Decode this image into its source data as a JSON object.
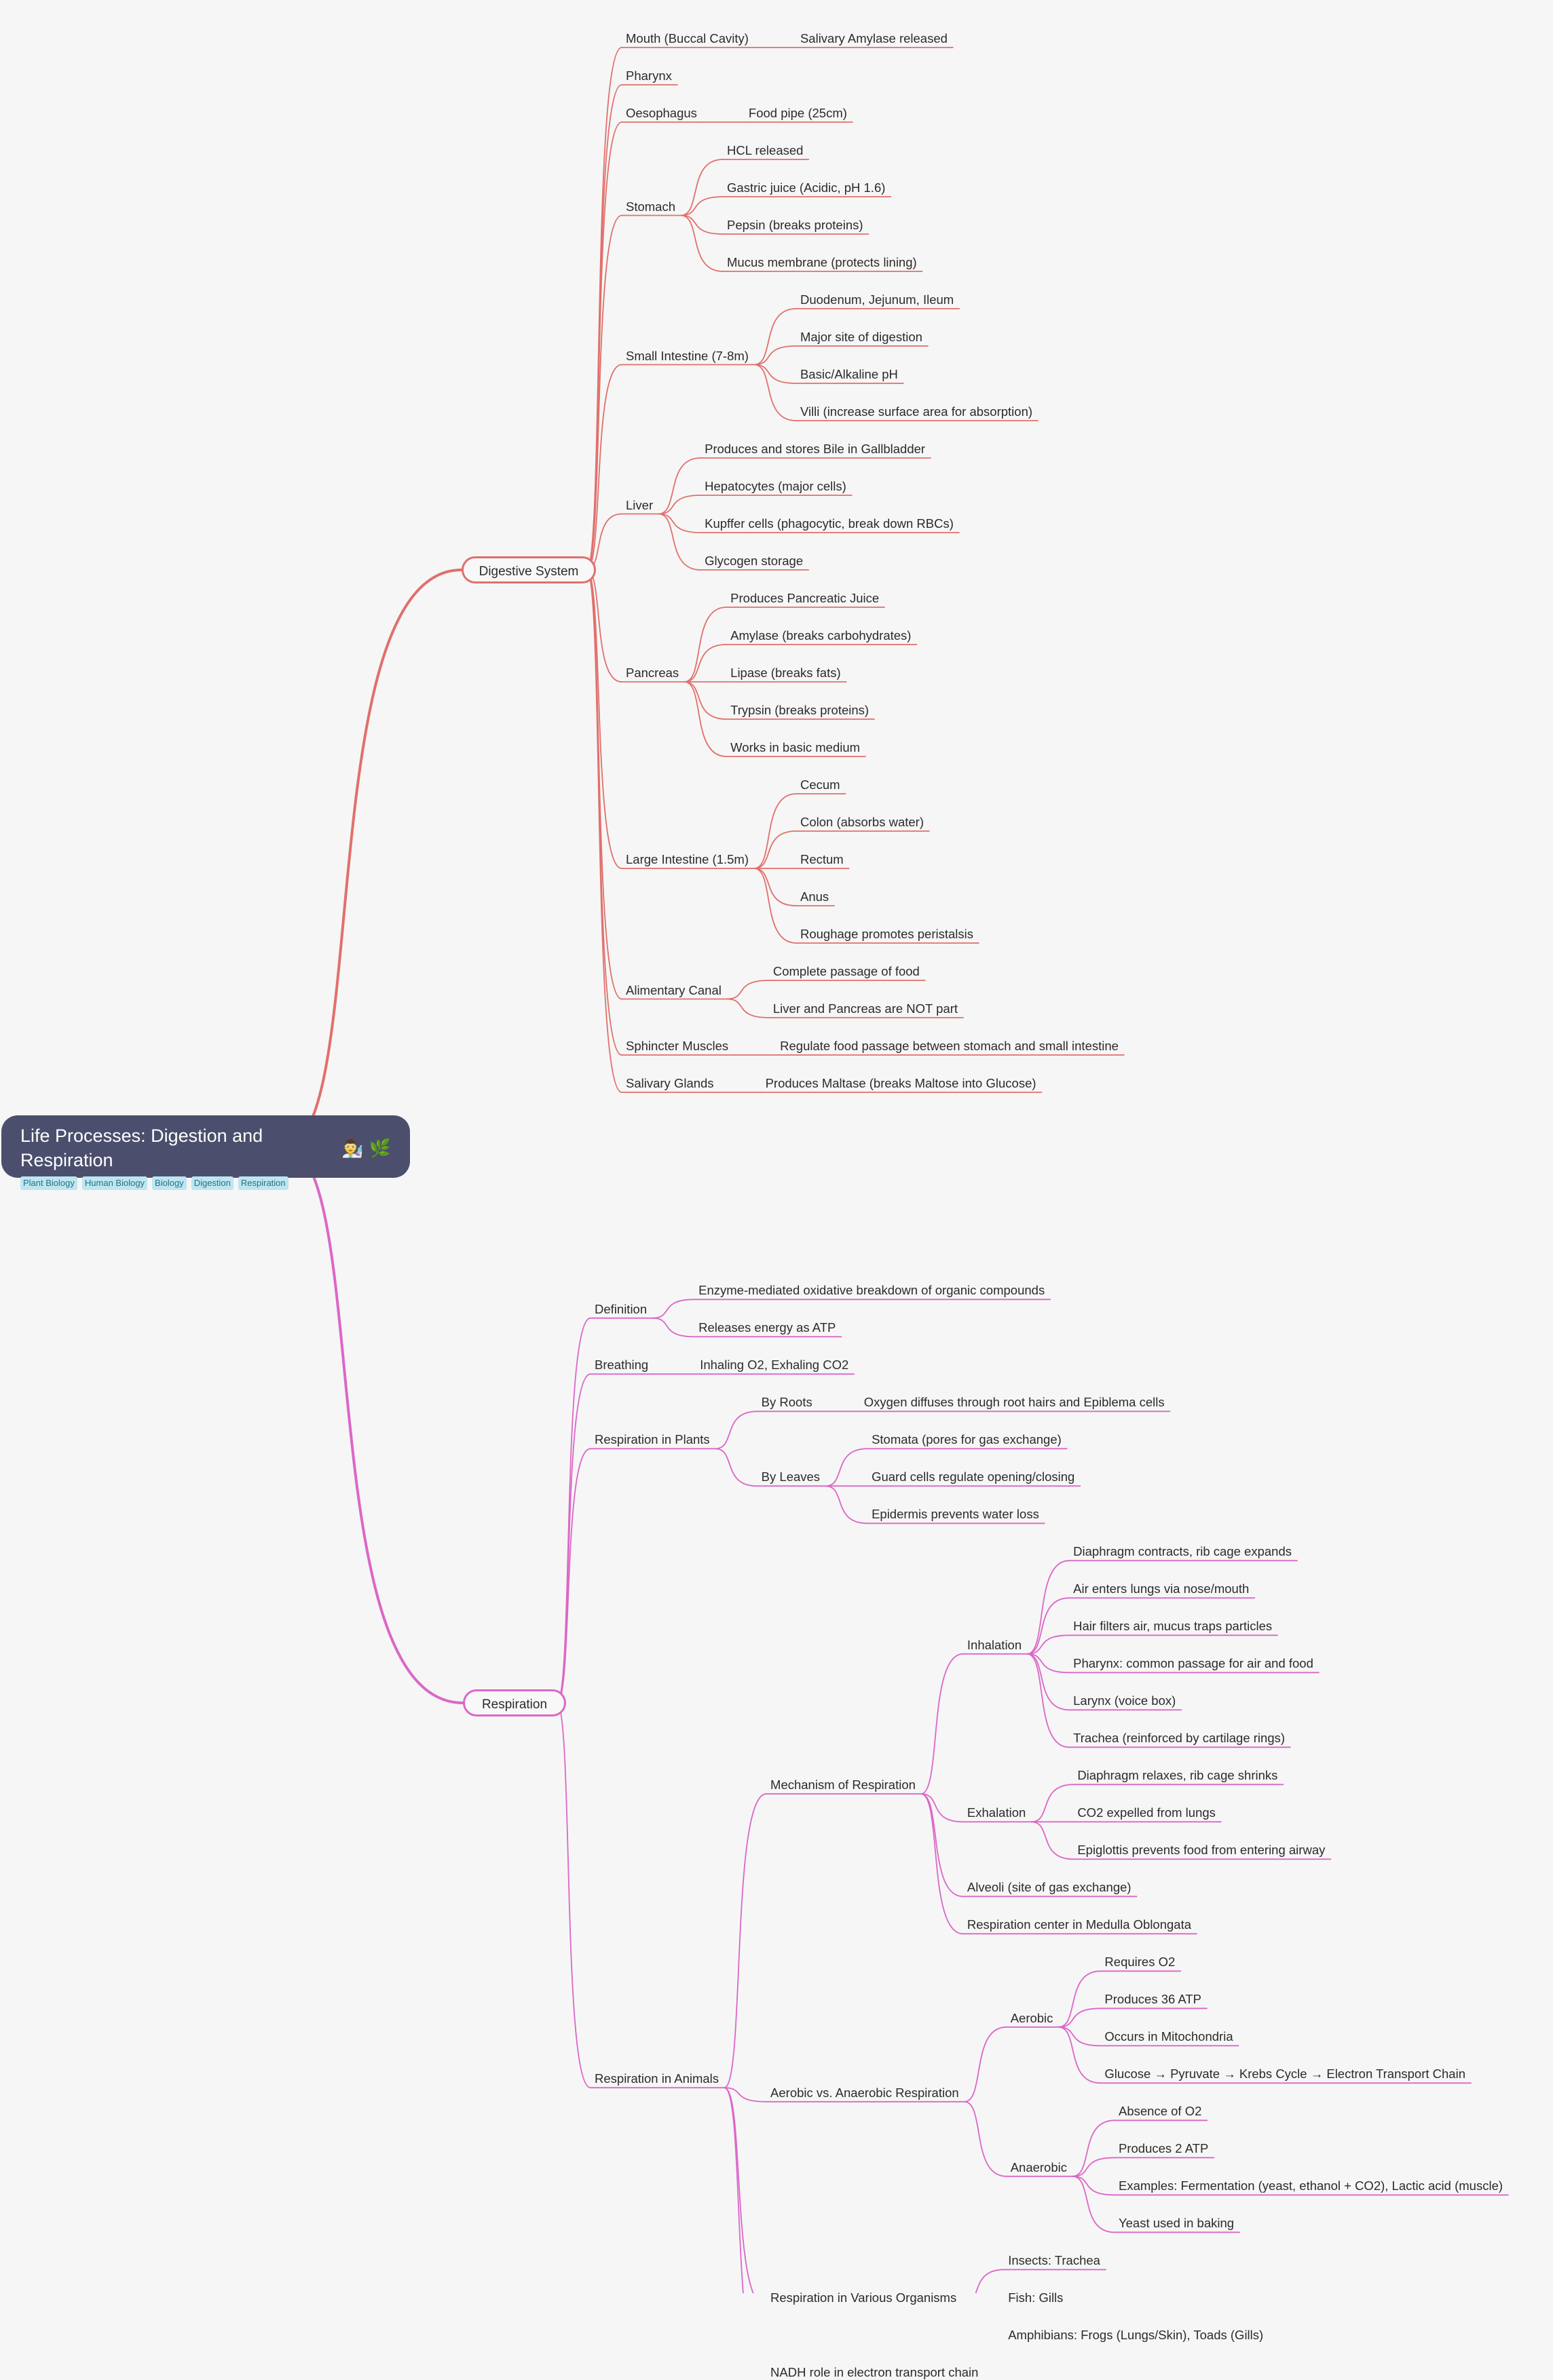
{
  "root": {
    "title": "Life Processes: Digestion and Respiration",
    "emoji_1": "👨‍🔬",
    "emoji_2": "🌿",
    "tags": [
      "Plant Biology",
      "Human Biology",
      "Biology",
      "Digestion",
      "Respiration"
    ]
  },
  "colors": {
    "digestive_branch": "#e0706c",
    "respiration_branch": "#db67c7",
    "root_bg": "#4b4e6c",
    "tag_bg": "#bde6f0",
    "tag_text": "#2a6f85",
    "background": "#f6f6f6"
  },
  "branches": [
    {
      "label": "Digestive System",
      "children": [
        {
          "label": "Mouth (Buccal Cavity)",
          "children": [
            {
              "label": "Salivary Amylase released"
            }
          ]
        },
        {
          "label": "Pharynx"
        },
        {
          "label": "Oesophagus",
          "children": [
            {
              "label": "Food pipe (25cm)"
            }
          ]
        },
        {
          "label": "Stomach",
          "children": [
            {
              "label": "HCL released"
            },
            {
              "label": "Gastric juice (Acidic, pH 1.6)"
            },
            {
              "label": "Pepsin (breaks proteins)"
            },
            {
              "label": "Mucus membrane (protects lining)"
            }
          ]
        },
        {
          "label": "Small Intestine (7-8m)",
          "children": [
            {
              "label": "Duodenum, Jejunum, Ileum"
            },
            {
              "label": "Major site of digestion"
            },
            {
              "label": "Basic/Alkaline pH"
            },
            {
              "label": "Villi (increase surface area for absorption)"
            }
          ]
        },
        {
          "label": "Liver",
          "children": [
            {
              "label": "Produces and stores Bile in Gallbladder"
            },
            {
              "label": "Hepatocytes (major cells)"
            },
            {
              "label": "Kupffer cells (phagocytic, break down RBCs)"
            },
            {
              "label": "Glycogen storage"
            }
          ]
        },
        {
          "label": "Pancreas",
          "children": [
            {
              "label": "Produces Pancreatic Juice"
            },
            {
              "label": "Amylase (breaks carbohydrates)"
            },
            {
              "label": "Lipase (breaks fats)"
            },
            {
              "label": "Trypsin (breaks proteins)"
            },
            {
              "label": "Works in basic medium"
            }
          ]
        },
        {
          "label": "Large Intestine (1.5m)",
          "children": [
            {
              "label": "Cecum"
            },
            {
              "label": "Colon (absorbs water)"
            },
            {
              "label": "Rectum"
            },
            {
              "label": "Anus"
            },
            {
              "label": "Roughage promotes peristalsis"
            }
          ]
        },
        {
          "label": "Alimentary Canal",
          "children": [
            {
              "label": "Complete passage of food"
            },
            {
              "label": "Liver and Pancreas are NOT part"
            }
          ]
        },
        {
          "label": "Sphincter Muscles",
          "children": [
            {
              "label": "Regulate food passage between stomach and small intestine"
            }
          ]
        },
        {
          "label": "Salivary Glands",
          "children": [
            {
              "label": "Produces Maltase (breaks Maltose into Glucose)"
            }
          ]
        }
      ]
    },
    {
      "label": "Respiration",
      "children": [
        {
          "label": "Definition",
          "children": [
            {
              "label": "Enzyme-mediated oxidative breakdown of organic compounds"
            },
            {
              "label": "Releases energy as ATP"
            }
          ]
        },
        {
          "label": "Breathing",
          "children": [
            {
              "label": "Inhaling O2, Exhaling CO2"
            }
          ]
        },
        {
          "label": "Respiration in Plants",
          "children": [
            {
              "label": "By Roots",
              "children": [
                {
                  "label": "Oxygen diffuses through root hairs and Epiblema cells"
                }
              ]
            },
            {
              "label": "By Leaves",
              "children": [
                {
                  "label": "Stomata (pores for gas exchange)"
                },
                {
                  "label": "Guard cells regulate opening/closing"
                },
                {
                  "label": "Epidermis prevents water loss"
                }
              ]
            }
          ]
        },
        {
          "label": "Respiration in Animals",
          "children": [
            {
              "label": "Mechanism of Respiration",
              "children": [
                {
                  "label": "Inhalation",
                  "children": [
                    {
                      "label": "Diaphragm contracts, rib cage expands"
                    },
                    {
                      "label": "Air enters lungs via nose/mouth"
                    },
                    {
                      "label": "Hair filters air, mucus traps particles"
                    },
                    {
                      "label": "Pharynx: common passage for air and food"
                    },
                    {
                      "label": "Larynx (voice box)"
                    },
                    {
                      "label": "Trachea (reinforced by cartilage rings)"
                    }
                  ]
                },
                {
                  "label": "Exhalation",
                  "children": [
                    {
                      "label": "Diaphragm relaxes, rib cage shrinks"
                    },
                    {
                      "label": "CO2 expelled from lungs"
                    },
                    {
                      "label": "Epiglottis prevents food from entering airway"
                    }
                  ]
                },
                {
                  "label": "Alveoli (site of gas exchange)"
                },
                {
                  "label": "Respiration center in Medulla Oblongata"
                }
              ]
            },
            {
              "label": "Aerobic vs. Anaerobic Respiration",
              "children": [
                {
                  "label": "Aerobic",
                  "children": [
                    {
                      "label": "Requires O2"
                    },
                    {
                      "label": "Produces 36 ATP"
                    },
                    {
                      "label": "Occurs in Mitochondria"
                    },
                    {
                      "label": "Glucose → Pyruvate → Krebs Cycle → Electron Transport Chain"
                    }
                  ]
                },
                {
                  "label": "Anaerobic",
                  "children": [
                    {
                      "label": "Absence of O2"
                    },
                    {
                      "label": "Produces 2 ATP"
                    },
                    {
                      "label": "Examples: Fermentation (yeast, ethanol + CO2), Lactic acid (muscle)"
                    },
                    {
                      "label": "Yeast used in baking"
                    }
                  ]
                }
              ]
            },
            {
              "label": "Respiration in Various Organisms",
              "children": [
                {
                  "label": "Insects: Trachea"
                },
                {
                  "label": "Fish: Gills"
                },
                {
                  "label": "Amphibians: Frogs (Lungs/Skin), Toads (Gills)"
                }
              ]
            },
            {
              "label": "NADH role in electron transport chain"
            }
          ]
        }
      ]
    }
  ]
}
